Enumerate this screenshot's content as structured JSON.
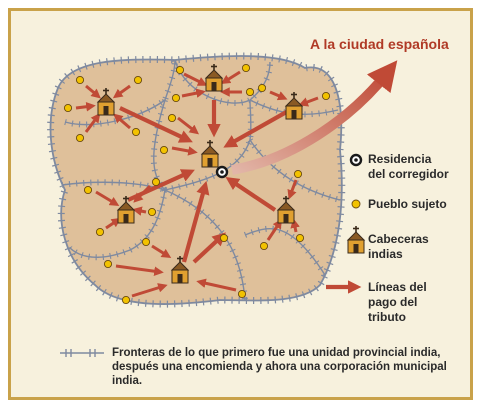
{
  "title": "A la ciudad española",
  "legend": {
    "residence": "Residencia del corregidor",
    "village": "Pueblo sujeto",
    "cabeceras": "Cabeceras indias",
    "tribute_lines": "Líneas del pago del tributo"
  },
  "note": "Fronteras de lo que primero fue una unidad provincial india, después una encomienda y ahora una corporación municipal india.",
  "colors": {
    "frame_border": "#c9a24a",
    "background": "#f7f1dd",
    "territory": "#dfc09a",
    "border_line": "#7f8aa0",
    "arrow": "#c04a36",
    "village": "#f2c200",
    "title": "#b03a26"
  },
  "icons": {
    "church": "church-icon",
    "village": "village-dot-icon",
    "residence": "residence-ring-icon",
    "boundary": "hatched-boundary-icon",
    "arrow": "tribute-arrow-icon"
  }
}
